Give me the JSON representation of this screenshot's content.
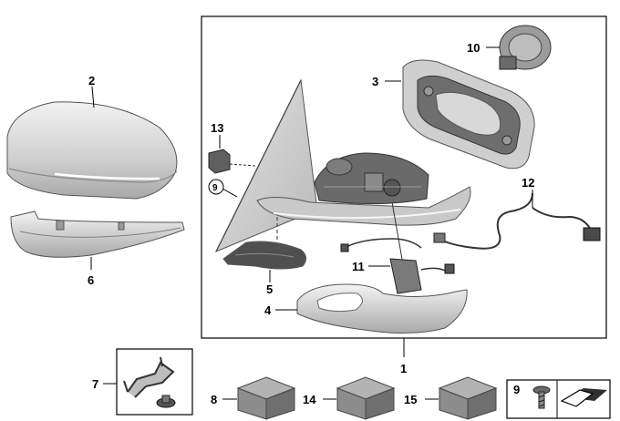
{
  "callouts": {
    "n1": "1",
    "n2": "2",
    "n3": "3",
    "n4": "4",
    "n5": "5",
    "n6": "6",
    "n7": "7",
    "n8": "8",
    "n9a": "9",
    "n9b": "9",
    "n10": "10",
    "n11": "11",
    "n12": "12",
    "n13": "13",
    "n14": "14",
    "n15": "15"
  },
  "colors": {
    "line": "#000000",
    "part_light": "#e6e6e6",
    "part_mid": "#b9b9b9",
    "part_dark": "#5a5a5a"
  }
}
